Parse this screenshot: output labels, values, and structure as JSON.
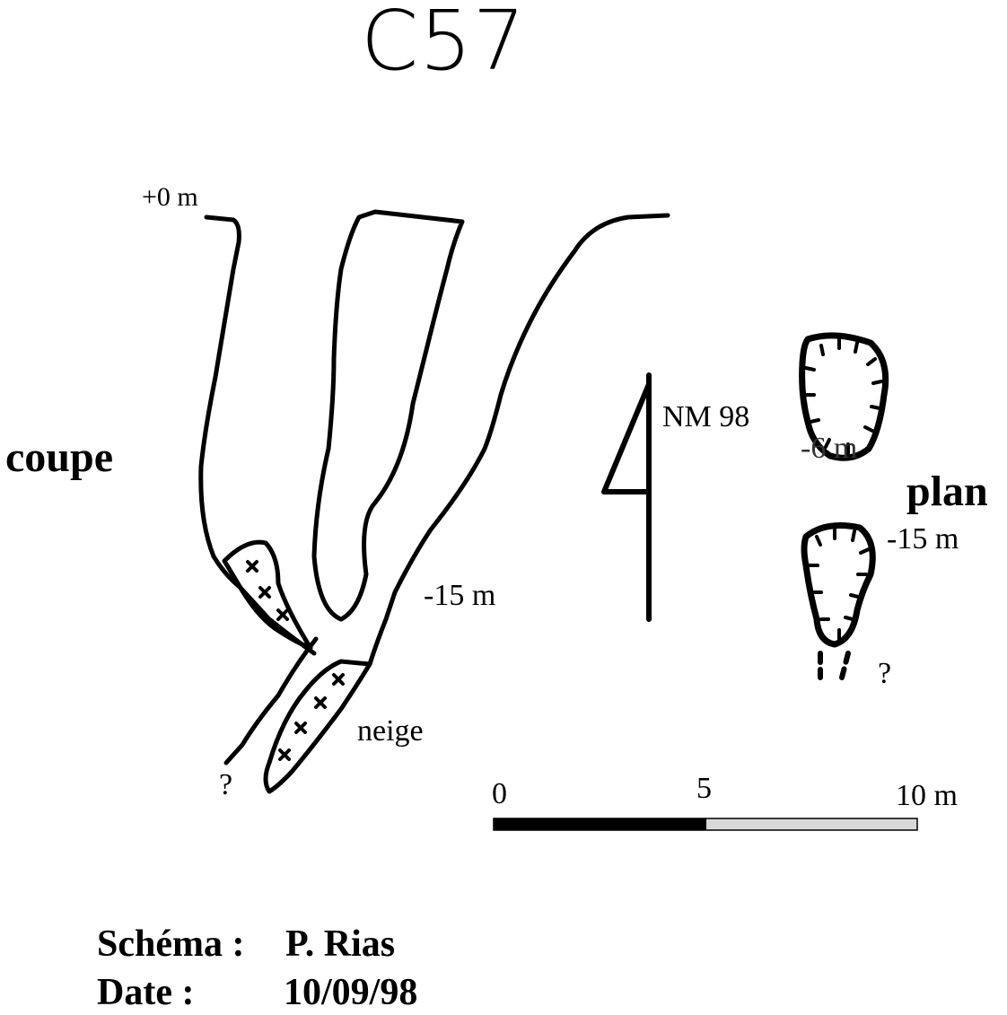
{
  "title": "C57",
  "section": {
    "label": "coupe",
    "top_depth": "+0 m",
    "depth_label": "-15 m",
    "snow_label": "neige",
    "unknown_mark": "?"
  },
  "north": {
    "label": "NM 98"
  },
  "plan": {
    "label": "plan",
    "shaft_upper_depth": "-6 m",
    "shaft_lower_depth": "-15 m",
    "unknown_mark": "?"
  },
  "scale_bar": {
    "tick_labels": [
      "0",
      "5",
      "10 m"
    ]
  },
  "credits": {
    "author_label": "Schéma :",
    "author": "P. Rias",
    "date_label": "Date :",
    "date": "10/09/98"
  }
}
